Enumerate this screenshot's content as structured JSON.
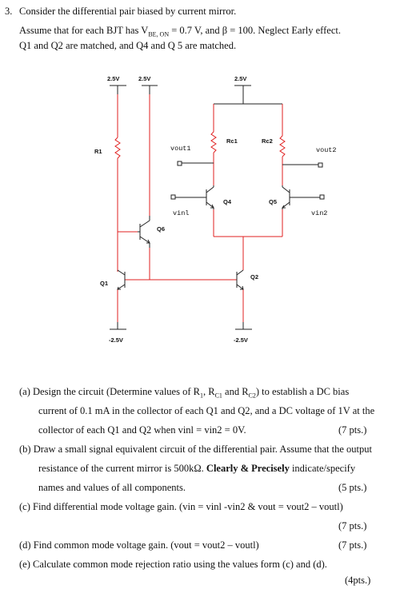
{
  "problem": {
    "number": "3.",
    "intro": "Consider the differential pair biased by current mirror.",
    "line1": "Assume that for each BJT has V",
    "line1_sub": "BE, ON",
    "line1_rest": " = 0.7 V, and β = 100. Neglect Early effect.",
    "line2": "Q1 and Q2 are matched, and Q4 and Q 5 are matched."
  },
  "circuit": {
    "supply_labels": [
      "2.5V",
      "2.5V",
      "2.5V"
    ],
    "neg_supply_labels": [
      "-2.5V",
      "-2.5V"
    ],
    "resistors": {
      "r1": "R1",
      "rc1": "Rc1",
      "rc2": "Rc2"
    },
    "transistors": {
      "q1": "Q1",
      "q2": "Q2",
      "q4": "Q4",
      "q5": "Q5",
      "q6": "Q6"
    },
    "nodes": {
      "vout1": "vout1",
      "vout2": "vout2",
      "vin1": "vinl",
      "vin2": "vin2"
    }
  },
  "parts": {
    "a_line1": "(a) Design the circuit (Determine values of R",
    "a_line1_s1": "1",
    "a_line1_b": ", R",
    "a_line1_s2": "C1",
    "a_line1_c": " and R",
    "a_line1_s3": "C2",
    "a_line1_d": ") to establish a DC bias",
    "a_line2": "current of 0.1 mA in the collector of each Q1 and Q2, and a DC voltage of 1V at the",
    "a_line3": "collector of each Q1 and Q2 when vinl = vin2 = 0V.",
    "a_pts": "(7 pts.)",
    "b_line1": "(b) Draw a small signal equivalent circuit of the differential pair. Assume that the output",
    "b_line2a": "resistance of the current mirror is 500kΩ. ",
    "b_line2b": "Clearly & Precisely",
    "b_line2c": " indicate/specify",
    "b_line3": "names and values of all components.",
    "b_pts": "(5 pts.)",
    "c_line1": "(c) Find differential mode voltage gain. (vin = vinl -vin2 & vout = vout2 – voutl)",
    "c_pts": "(7 pts.)",
    "d_line1": "(d) Find common mode voltage gain. (vout = vout2 – voutl)",
    "d_pts": "(7 pts.)",
    "e_line1": "(e) Calculate common mode rejection ratio using the values form (c) and (d).",
    "e_pts": "(4pts.)"
  }
}
